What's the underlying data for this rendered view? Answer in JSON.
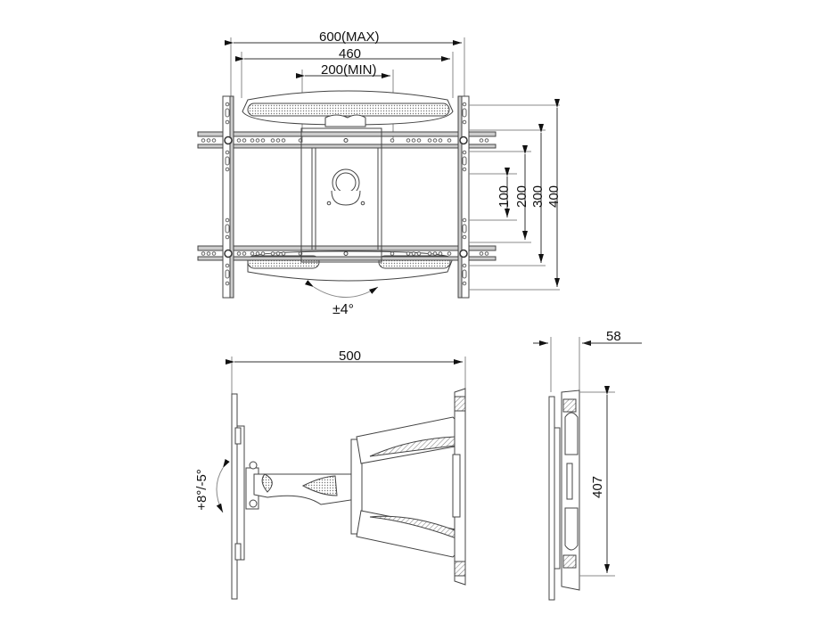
{
  "diagram": {
    "subject": "Full-motion TV wall mount technical drawing",
    "front_view": {
      "dimensions": {
        "width_max": "600(MAX)",
        "width_mid": "460",
        "width_min": "200(MIN)",
        "height_100": "100",
        "height_200": "200",
        "height_300": "300",
        "height_400": "400",
        "rotation": "±4°"
      }
    },
    "side_view": {
      "dimensions": {
        "extension": "500",
        "tilt": "+8°/-5°"
      }
    },
    "folded_view": {
      "dimensions": {
        "depth": "58",
        "height": "407"
      }
    },
    "colors": {
      "line": "#444444",
      "dim_line": "#666666",
      "fill_gray": "#d9d9d9",
      "hatch": "#999999"
    }
  }
}
